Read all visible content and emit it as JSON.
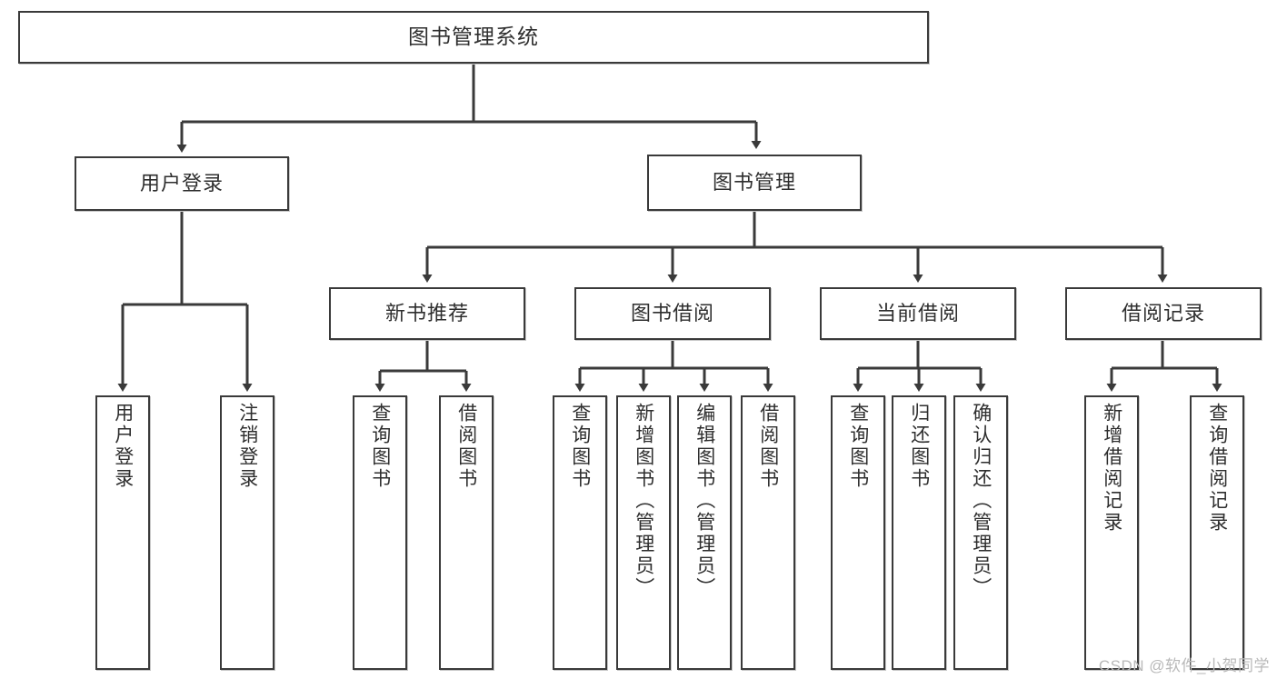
{
  "diagram": {
    "title": "图书管理系统",
    "watermark": "CSDN @软件_小贺同学",
    "line_color": "#3a3a3a",
    "box_fill": "#ffffff",
    "text_color": "#2e2e2e"
  },
  "nodes": {
    "root": {
      "label": "图书管理系统"
    },
    "level1": [
      {
        "label": "用户登录"
      },
      {
        "label": "图书管理"
      }
    ],
    "level2": [
      {
        "label": "新书推荐"
      },
      {
        "label": "图书借阅"
      },
      {
        "label": "当前借阅"
      },
      {
        "label": "借阅记录"
      }
    ],
    "leaves": {
      "user_login": [
        {
          "label": "用户登录"
        },
        {
          "label": "注销登录"
        }
      ],
      "new_book": [
        {
          "label": "查询图书"
        },
        {
          "label": "借阅图书"
        }
      ],
      "book_borrow": [
        {
          "label": "查询图书"
        },
        {
          "label": "新增图书（管理员）"
        },
        {
          "label": "编辑图书（管理员）"
        },
        {
          "label": "借阅图书"
        }
      ],
      "current_borrow": [
        {
          "label": "查询图书"
        },
        {
          "label": "归还图书"
        },
        {
          "label": "确认归还（管理员）"
        }
      ],
      "borrow_record": [
        {
          "label": "新增借阅记录"
        },
        {
          "label": "查询借阅记录"
        }
      ]
    }
  },
  "tree": {
    "root_children": [
      "用户登录",
      "图书管理"
    ],
    "图书管理_children": [
      "新书推荐",
      "图书借阅",
      "当前借阅",
      "借阅记录"
    ]
  }
}
